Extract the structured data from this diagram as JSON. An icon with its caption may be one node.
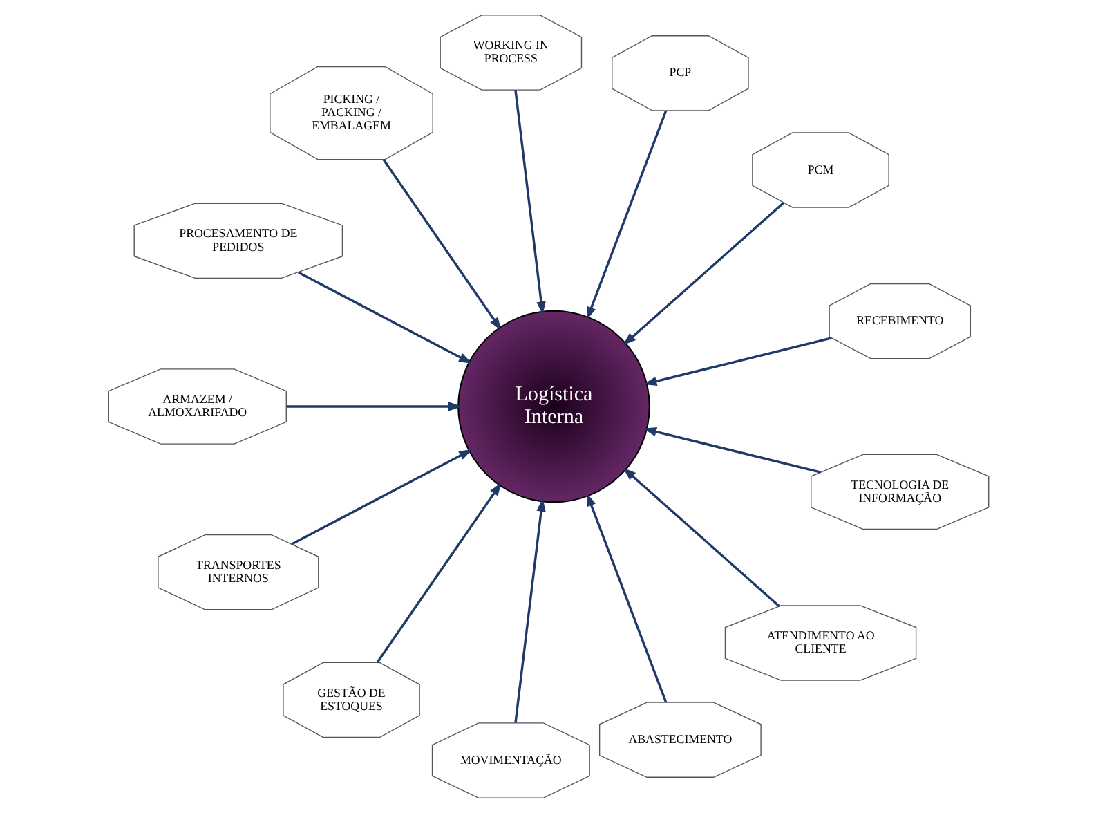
{
  "diagram": {
    "nodes": [
      {
        "text": [
          "Logística Interna"
        ]
      },
      {
        "text": [
          "RECEBIMENTO"
        ]
      },
      {
        "text": [
          "PCM"
        ]
      },
      {
        "text": [
          "PCP"
        ]
      },
      {
        "text": [
          "WORKING IN PROCESS"
        ]
      },
      {
        "text": [
          "PICKING / PACKING / EMBALAGEM"
        ]
      },
      {
        "text": [
          "PROCESAMENTO DE PEDIDOS"
        ]
      },
      {
        "text": [
          "ARMAZEM / ALMOXARIFADO"
        ]
      },
      {
        "text": [
          "TRANSPORTES INTERNOS"
        ]
      },
      {
        "text": [
          "GESTÃO DE ESTOQUES"
        ]
      },
      {
        "text": [
          "MOVIMENTAÇÃO"
        ]
      },
      {
        "text": [
          "ABASTECIMENTO"
        ]
      },
      {
        "text": [
          "ATENDIMENTO AO CLIENTE"
        ]
      },
      {
        "text": [
          "TECNOLOGIA DE INFORMAÇÃO"
        ]
      }
    ],
    "edges": [
      {
        "from": 2,
        "to": 0,
        "arrow": "to"
      },
      {
        "from": 3,
        "to": 0,
        "arrow": "to"
      },
      {
        "from": 4,
        "to": 0,
        "arrow": "to"
      },
      {
        "from": 6,
        "to": 0,
        "arrow": "to"
      },
      {
        "from": 8,
        "to": 0,
        "arrow": "to"
      },
      {
        "from": 10,
        "to": 0,
        "arrow": "to"
      },
      {
        "from": 13,
        "to": 0,
        "arrow": "to"
      },
      {
        "from": 12,
        "to": 0,
        "arrow": "to"
      },
      {
        "from": 11,
        "to": 0,
        "arrow": "to"
      },
      {
        "from": 9,
        "to": 0,
        "arrow": "to"
      },
      {
        "from": 7,
        "to": 0,
        "arrow": "to"
      },
      {
        "from": 5,
        "to": 0,
        "arrow": "to"
      },
      {
        "from": 1,
        "to": 0,
        "arrow": "to"
      }
    ]
  }
}
